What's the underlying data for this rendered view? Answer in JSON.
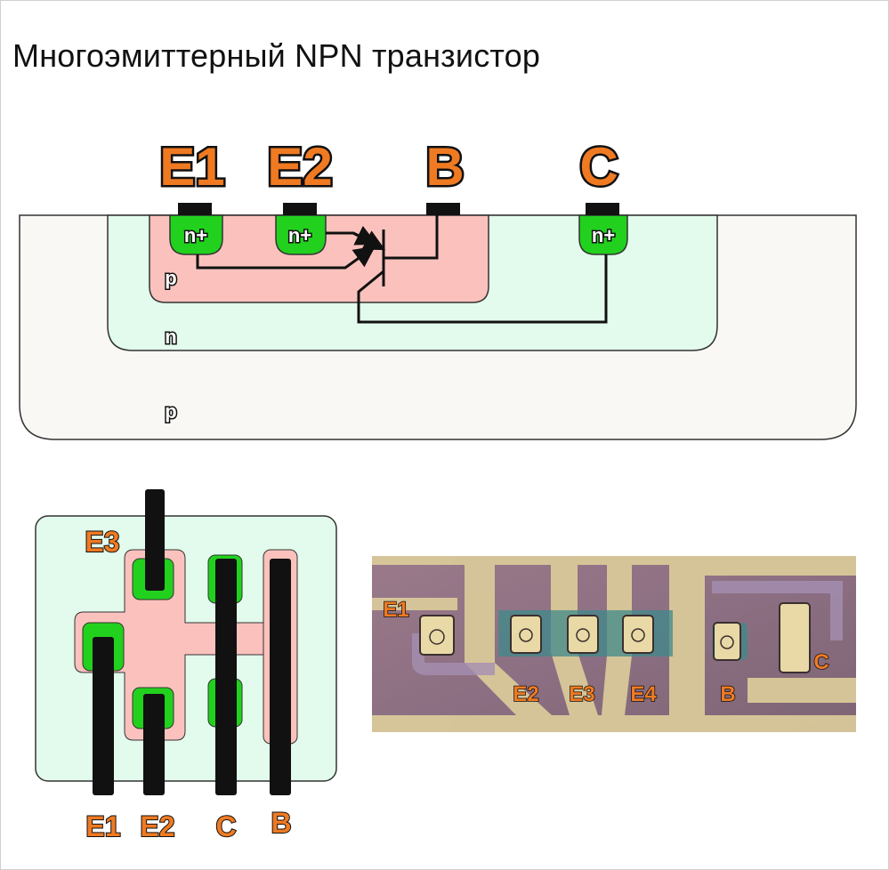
{
  "title": "Многоэмиттерный NPN транзистор",
  "cross_section": {
    "terminals": [
      "E1",
      "E2",
      "B",
      "C"
    ],
    "diffusions": [
      "n+",
      "n+",
      "n+"
    ],
    "regions": {
      "p_base": "p",
      "n_well": "n",
      "p_substrate": "p"
    }
  },
  "layout": {
    "labels": {
      "e3": "E3",
      "e1": "E1",
      "e2": "E2",
      "c": "C",
      "b": "B"
    }
  },
  "photo": {
    "labels": {
      "e1": "E1",
      "e2": "E2",
      "e3": "E3",
      "e4": "E4",
      "b": "B",
      "c": "C"
    }
  },
  "colors": {
    "n_well": "#e2fbec",
    "p_base": "#fbc2bd",
    "n_plus": "#22d11e",
    "substrate": "#faf8f5",
    "label_orange": "#ef7a22"
  }
}
